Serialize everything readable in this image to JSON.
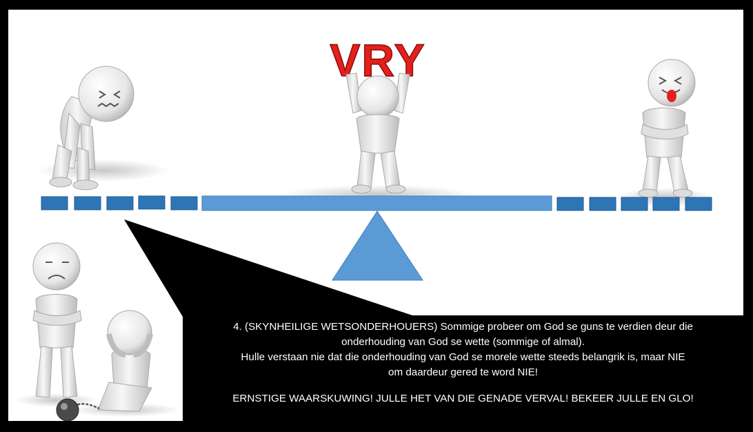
{
  "banner": {
    "word": "VRY"
  },
  "caption": {
    "line1": "4. (SKYNHEILIGE WETSONDERHOUERS) Sommige probeer om God se guns te verdien deur die",
    "line2": "onderhouding van God se wette (sommige of almal).",
    "line3": "Hulle verstaan nie dat die onderhouding van God se morele wette steeds belangrik is, maar NIE",
    "line4": "om daardeur gered te word NIE!",
    "warning": "ERNSTIGE WAARSKUWING! JULLE HET VAN DIE GENADE VERVAL! BEKEER JULLE EN GLO!"
  },
  "colors": {
    "frame": "#000000",
    "canvas": "#ffffff",
    "seesaw_blue": "#5b9bd5",
    "segment_blue": "#2e75b6",
    "banner_red": "#e3201b",
    "figure_light": "#f2f2f2",
    "figure_shade": "#bfbfbf",
    "caption_bg": "#000000",
    "caption_text": "#ffffff"
  },
  "icons": {
    "left_figure": "sad-bent-over-figure-icon",
    "center_figure": "figure-holding-sign-icon",
    "right_figure": "grinning-tongue-out-figure-icon",
    "chained_figure": "chained-figure-with-ball-icon",
    "frowning_figure": "frowning-arms-crossed-figure-icon"
  }
}
